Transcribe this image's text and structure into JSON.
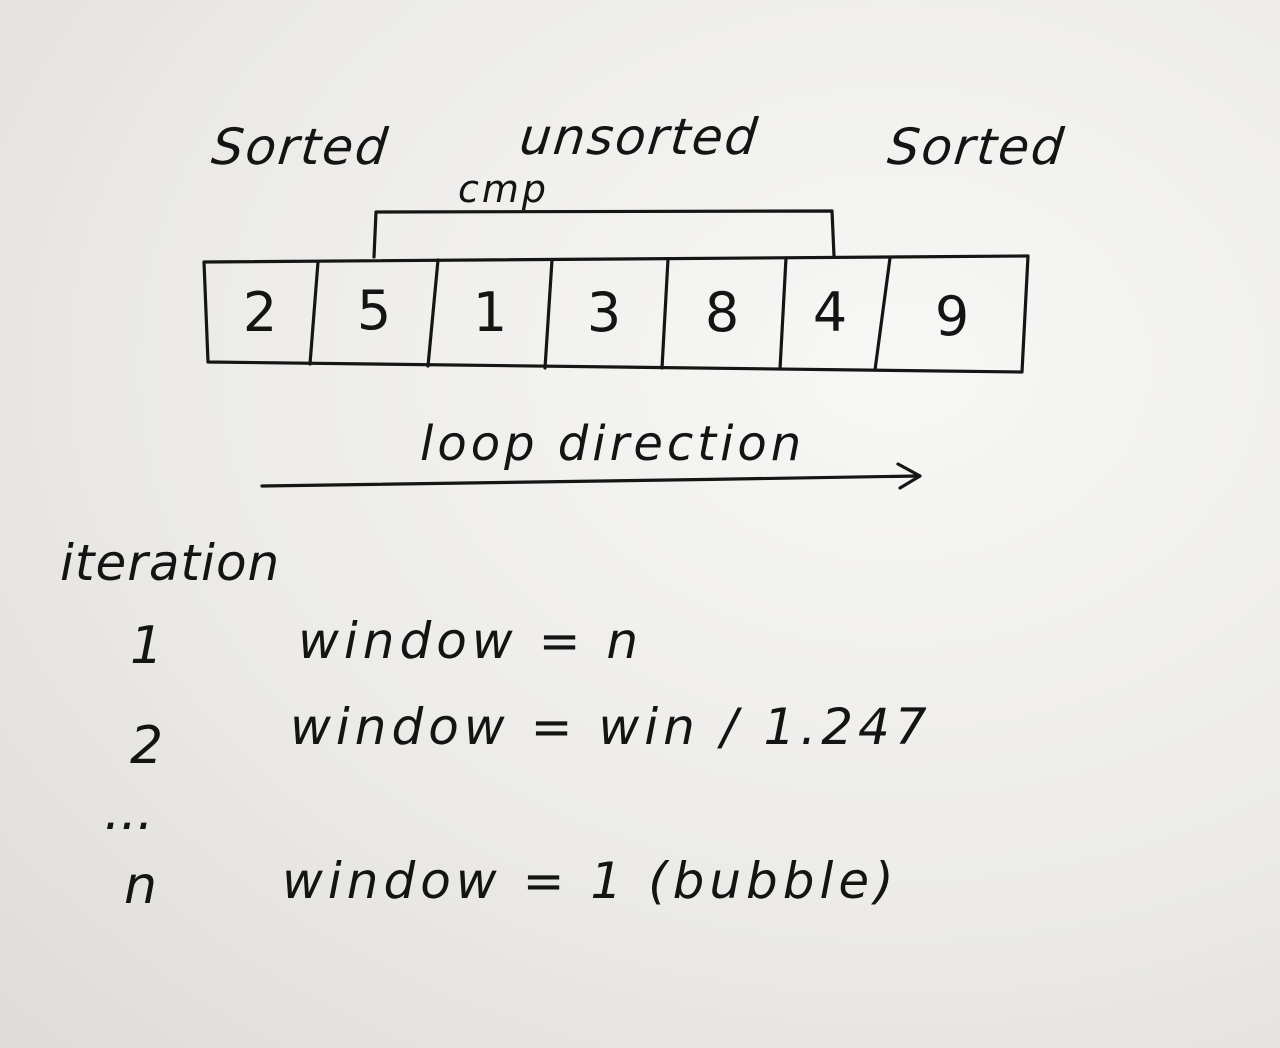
{
  "region_labels": {
    "left": "Sorted",
    "middle": "unsorted",
    "right": "Sorted"
  },
  "cmp_label": "cmp",
  "array_values": [
    "2",
    "5",
    "1",
    "3",
    "8",
    "4",
    "9"
  ],
  "loop_label": "loop direction",
  "iteration_header": "iteration",
  "iterations": [
    {
      "num": "1",
      "text": "window = n"
    },
    {
      "num": "2",
      "text": "window = win / 1.247"
    },
    {
      "num": "...",
      "text": ""
    },
    {
      "num": "n",
      "text": "window = 1 (bubble)"
    }
  ],
  "colors": {
    "ink": "#151515",
    "paper": "#ecebe8"
  }
}
